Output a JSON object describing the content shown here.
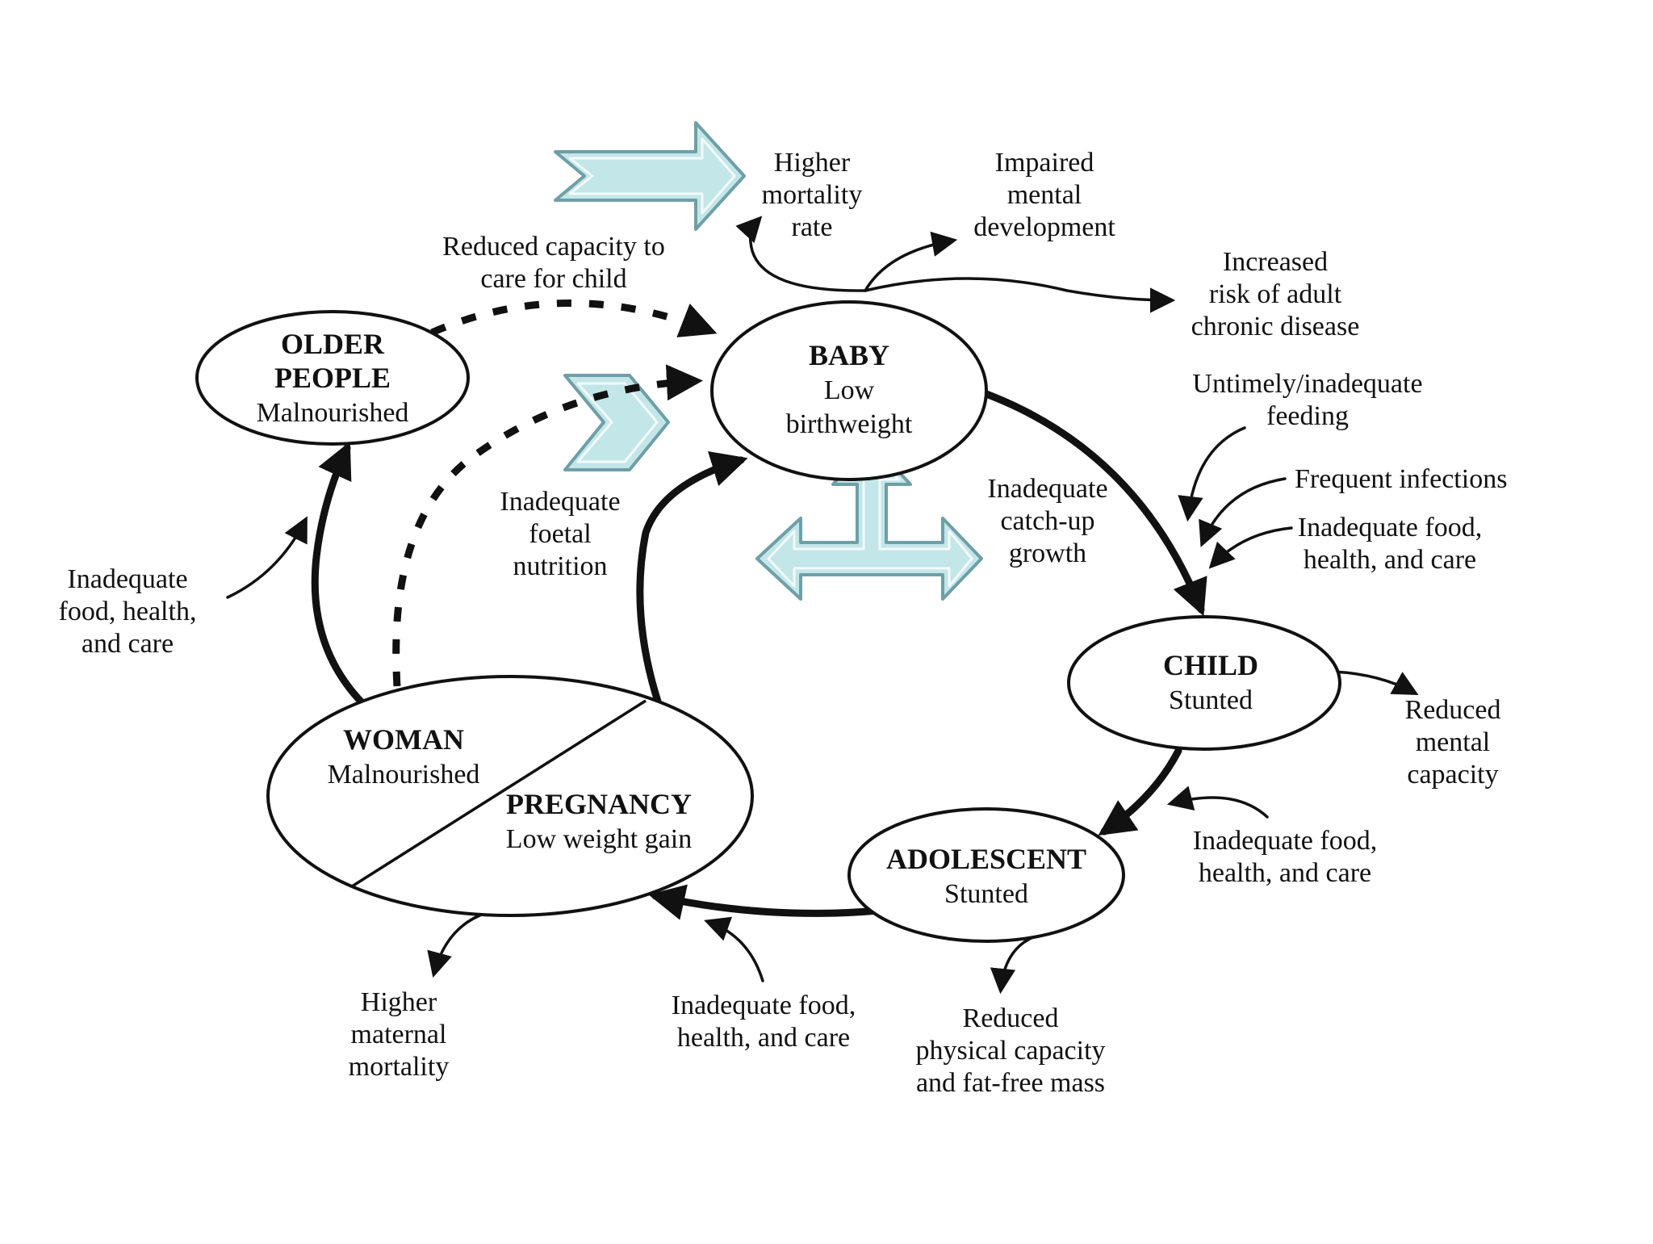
{
  "nodes": {
    "older_people": {
      "title_line1": "OLDER",
      "title_line2": "PEOPLE",
      "subtitle": "Malnourished"
    },
    "baby": {
      "title": "BABY",
      "subtitle_line1": "Low",
      "subtitle_line2": "birthweight"
    },
    "child": {
      "title": "CHILD",
      "subtitle": "Stunted"
    },
    "adolescent": {
      "title": "ADOLESCENT",
      "subtitle": "Stunted"
    },
    "woman": {
      "title": "WOMAN",
      "subtitle": "Malnourished"
    },
    "pregnancy": {
      "title": "PREGNANCY",
      "subtitle": "Low weight gain"
    }
  },
  "outcomes": {
    "higher_mortality": [
      "Higher",
      "mortality",
      "rate"
    ],
    "impaired_mental": [
      "Impaired",
      "mental",
      "development"
    ],
    "adult_chronic": [
      "Increased",
      "risk of adult",
      "chronic disease"
    ],
    "reduced_mental_capacity": [
      "Reduced",
      "mental",
      "capacity"
    ],
    "reduced_physical": [
      "Reduced",
      "physical capacity",
      "and fat-free mass"
    ],
    "higher_maternal": [
      "Higher",
      "maternal",
      "mortality"
    ]
  },
  "inputs": {
    "reduced_care": [
      "Reduced capacity to",
      "care for child"
    ],
    "foetal_nutrition": [
      "Inadequate",
      "foetal",
      "nutrition"
    ],
    "catch_up": [
      "Inadequate",
      "catch-up",
      "growth"
    ],
    "untimely_feeding": [
      "Untimely/inadequate",
      "feeding"
    ],
    "frequent_infections": "Frequent infections",
    "child_food": [
      "Inadequate food,",
      "health, and care"
    ],
    "adolescent_food": [
      "Inadequate food,",
      "health, and care"
    ],
    "pregnancy_food": [
      "Inadequate food,",
      "health, and care"
    ],
    "older_food": [
      "Inadequate",
      "food, health,",
      "and care"
    ]
  }
}
